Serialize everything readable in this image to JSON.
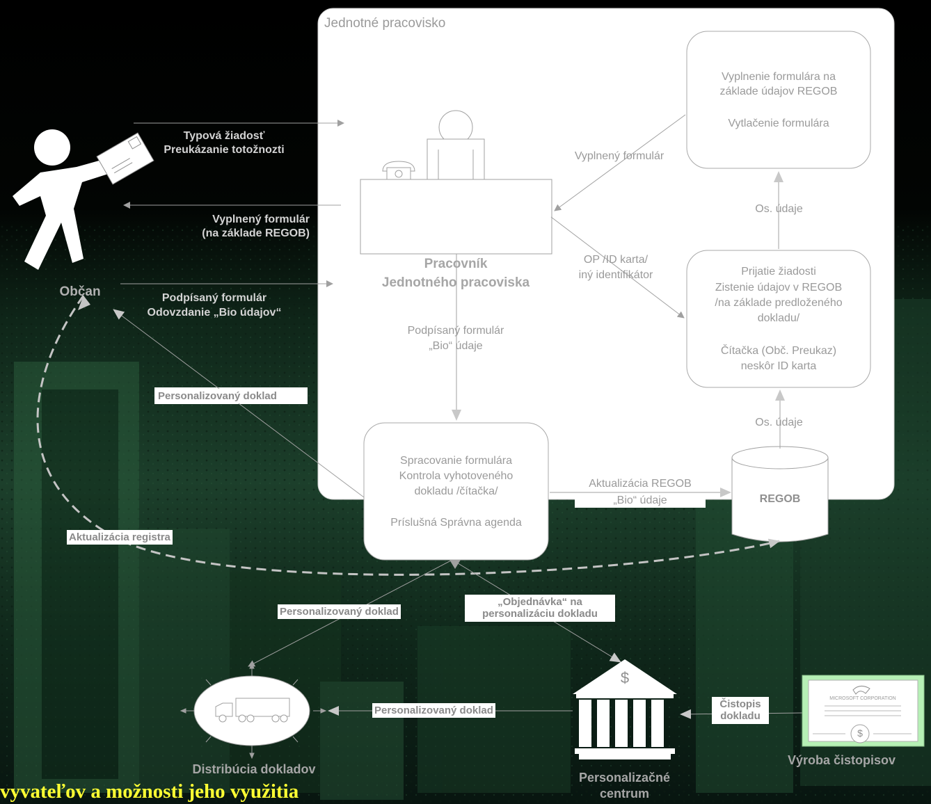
{
  "workspace_title": "Jednotné pracovisko",
  "citizen": {
    "label": "Občan"
  },
  "arrows": {
    "request_line1": "Typová žiadosť",
    "request_line2": "Preukázanie totožnozti",
    "filled_line1": "Vyplnený formulár",
    "filled_line2": "(na základe REGOB)",
    "signed_line1": "Podpísaný formulár",
    "signed_line2": "Odovzdanie „Bio údajov“",
    "form_filled": "Vyplnený formulár",
    "op_line1": "OP /ID karta/",
    "op_line2": "iný identifikátor",
    "os_udaje_top": "Os. údaje",
    "os_udaje_bottom": "Os. údaje",
    "signed_bio_line1": "Podpísaný formulár",
    "signed_bio_line2": "„Bio“ údaje",
    "update_line1": "Aktualizácia   REGOB",
    "update_line2": "„Bio“ údaje"
  },
  "clerk": {
    "line1": "Pracovník",
    "line2": "Jednotného pracoviska"
  },
  "box_fill": {
    "line1": "Vyplnenie formulára na",
    "line2": "základe údajov REGOB",
    "line3": "Vytlačenie formulára"
  },
  "box_accept": {
    "line1": "Prijatie žiadosti",
    "line2": "Zistenie údajov v REGOB",
    "line3": "/na základe predloženého",
    "line4": "dokladu/",
    "line5": "Čítačka (Obč. Preukaz)",
    "line6": "neskôr ID karta"
  },
  "box_process": {
    "line1": "Spracovanie formulára",
    "line2": "Kontrola vyhotoveného",
    "line3": "dokladu /čítačka/",
    "line4": "Príslušná Správna agenda"
  },
  "regob": {
    "label": "REGOB"
  },
  "tags": {
    "personalized_doc_1": "Personalizovaný doklad",
    "registry_update": "Aktualizácia registra",
    "personalized_doc_2": "Personalizovaný doklad",
    "order_line1": "„Objednávka“ na",
    "order_line2": "personalizáciu dokladu",
    "personalized_doc_3": "Personalizovaný doklad",
    "blank_line1": "Čistopis",
    "blank_line2": "dokladu"
  },
  "bottom": {
    "distribution": "Distribúcia dokladov",
    "center_line1": "Personalizačné",
    "center_line2": "centrum",
    "blank_production": "Výroba čistopisov",
    "bank_symbol": "$",
    "cert_symbol": "$",
    "cert_text": "MICROSOFT CORPORATION"
  },
  "caption": "vyvateľov a možnosti jeho využitia",
  "colors": {
    "caption": "#ffff33",
    "background": "#050a06",
    "diagram_line": "#a0a0a0"
  }
}
